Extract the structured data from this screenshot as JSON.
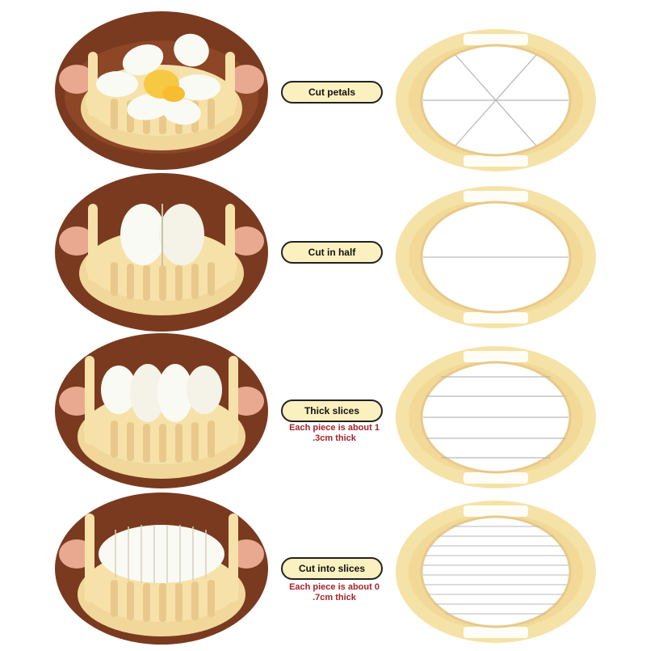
{
  "colors": {
    "slicer": "#f5e2a6",
    "slicer_edge": "#e8c98b",
    "wood": "#7a3a1f",
    "label_bg": "#fbf0bf",
    "note_text": "#a3242c"
  },
  "modes": [
    {
      "label": "Cut petals",
      "note": ""
    },
    {
      "label": "Cut in half",
      "note": ""
    },
    {
      "label": "Thick slices",
      "note_line1": "Each piece is about 1",
      "note_line2": ".3cm thick"
    },
    {
      "label": "Cut into slices",
      "note_line1": "Each piece is about 0",
      "note_line2": ".7cm thick"
    }
  ]
}
